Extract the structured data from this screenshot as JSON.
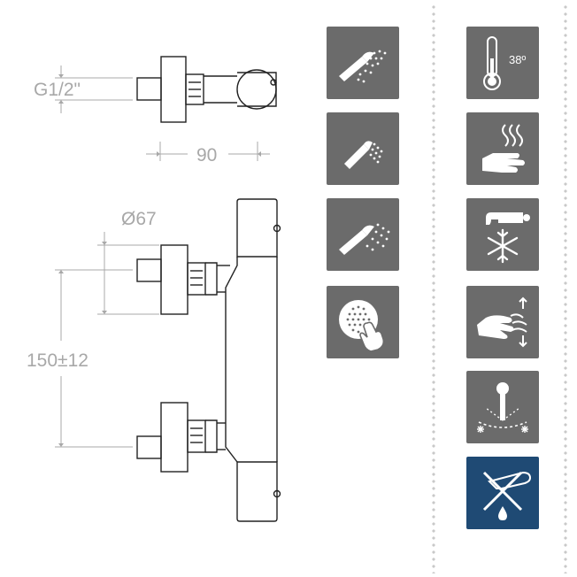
{
  "dimensions": {
    "thread": "G1/2\"",
    "depth": "90",
    "diameter": "Ø67",
    "centers": "150±12"
  },
  "feature_icons": {
    "column_1": [
      {
        "icon": "rain-shower-head-icon"
      },
      {
        "icon": "narrow-spray-shower-icon"
      },
      {
        "icon": "wide-spray-shower-icon"
      },
      {
        "icon": "push-button-shower-head-icon"
      }
    ],
    "column_2": [
      {
        "icon": "thermometer-icon",
        "label": "38º"
      },
      {
        "icon": "hot-water-hand-icon"
      },
      {
        "icon": "cold-water-faucet-icon"
      },
      {
        "icon": "hand-flow-adjust-icon"
      },
      {
        "icon": "lever-temperature-range-icon"
      },
      {
        "icon": "no-drip-faucet-icon"
      }
    ]
  },
  "colors": {
    "tile_gray": "#6b6b6b",
    "tile_highlight": "#1f4a74",
    "line": "#222222",
    "dimension": "#a8a8a8"
  }
}
